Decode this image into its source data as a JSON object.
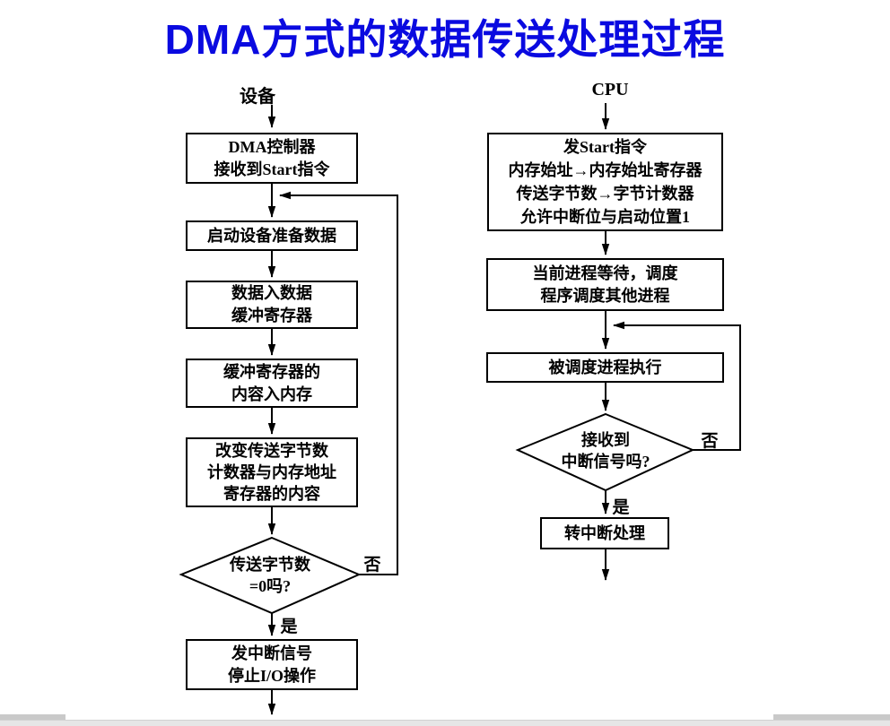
{
  "title": "DMA方式的数据传送处理过程",
  "colors": {
    "title_blue": "#0a0ae0",
    "line_black": "#000000"
  },
  "device": {
    "header": "设备",
    "box_dma_controller": {
      "line1": "DMA控制器",
      "line2": "接收到Start指令"
    },
    "box_start_device": {
      "line1": "启动设备准备数据"
    },
    "box_data_buffer": {
      "line1": "数据入数据",
      "line2": "缓冲寄存器"
    },
    "box_buffer_to_memory": {
      "line1": "缓冲寄存器的",
      "line2": "内容入内存"
    },
    "box_update_counters": {
      "line1": "改变传送字节数",
      "line2": "计数器与内存地址",
      "line3": "寄存器的内容"
    },
    "decision": {
      "line1": "传送字节数",
      "line2": "=0吗?",
      "no": "否",
      "yes": "是"
    },
    "box_interrupt_signal": {
      "line1": "发中断信号",
      "line2": "停止I/O操作"
    }
  },
  "cpu": {
    "header": "CPU",
    "box_start_command": {
      "line1": "发Start指令",
      "line2": "内存始址→内存始址寄存器",
      "line3": "传送字节数→字节计数器",
      "line4": "允许中断位与启动位置1"
    },
    "box_process_wait": {
      "line1": "当前进程等待，调度",
      "line2": "程序调度其他进程"
    },
    "box_scheduled_process": {
      "line1": "被调度进程执行"
    },
    "decision": {
      "line1": "接收到",
      "line2": "中断信号吗?",
      "no": "否",
      "yes": "是"
    },
    "box_interrupt_handling": {
      "line1": "转中断处理"
    }
  }
}
